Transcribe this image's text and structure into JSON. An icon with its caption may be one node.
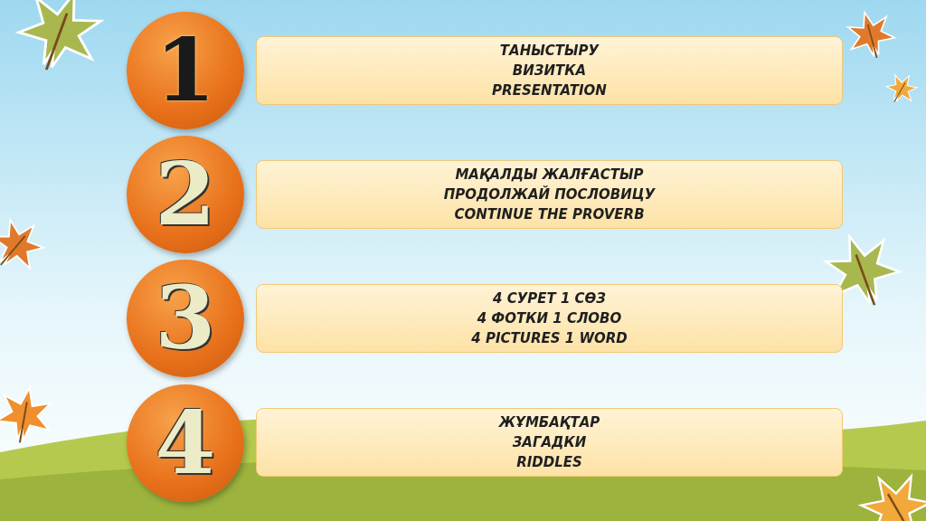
{
  "diagram": {
    "nodes": [
      {
        "text": [
          "1"
        ]
      },
      {
        "text": [
          "ТАНЫСТЫРУ",
          "ВИЗИТКА",
          "PRESENTATION"
        ]
      },
      {
        "text": [
          "2"
        ]
      },
      {
        "text": [
          "МАҚАЛДЫ ЖАЛҒАСТЫР",
          "ПРОДОЛЖАЙ ПОСЛОВИЦУ",
          "CONTINUE THE PROVERB"
        ]
      },
      {
        "text": [
          "3"
        ]
      },
      {
        "text": [
          "4 СУРЕТ 1 СӨЗ",
          "4 ФОТКИ 1 СЛОВО",
          "4 PICTURES 1 WORD"
        ]
      },
      {
        "text": [
          "4"
        ]
      },
      {
        "text": [
          "ЖҰМБАҚТАР",
          "ЗАГАДКИ",
          "RIDDLES"
        ]
      }
    ]
  }
}
